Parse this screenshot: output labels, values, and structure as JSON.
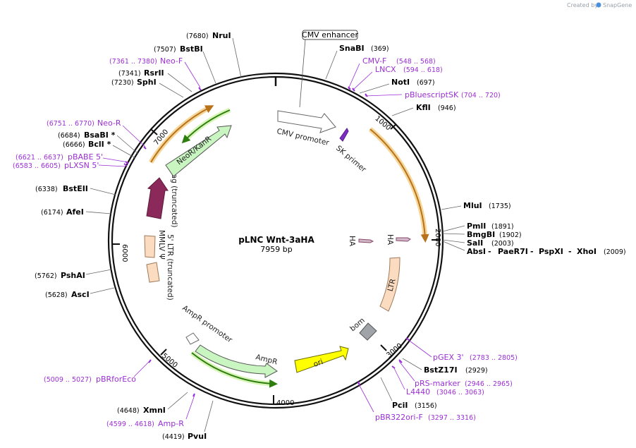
{
  "credit": "Created by",
  "brand": "SnapGene",
  "plasmid": {
    "name": "pLNC Wnt-3aHA",
    "size": "7959 bp"
  },
  "ticks": [
    "1000",
    "2000",
    "3000",
    "4000",
    "5000",
    "6000",
    "7000"
  ],
  "features": {
    "cmv_promoter": "CMV promoter",
    "sk_primer": "SK primer",
    "cmv_enhancer": "CMV enhancer",
    "ha1": "HA",
    "ha2": "HA",
    "ltr": "LTR",
    "bom": "bom",
    "ori": "ori",
    "ampr": "AmpR",
    "ampr_promoter": "AmpR promoter",
    "ltr5": "5' LTR (truncated)",
    "mmlv_psi": "MMLV Ψ",
    "gag": "gag (truncated)",
    "neor": "NeoR/KanR"
  },
  "sites": {
    "snabi": {
      "name": "SnaBI",
      "pos": "(369)"
    },
    "noti": {
      "name": "NotI",
      "pos": "(697)"
    },
    "kfli": {
      "name": "KflI",
      "pos": "(946)"
    },
    "mlui": {
      "name": "MluI",
      "pos": "(1735)"
    },
    "pmli": {
      "name": "PmlI",
      "pos": "(1891)"
    },
    "bmgbi": {
      "name": "BmgBI",
      "pos": "(1902)"
    },
    "sali": {
      "name": "SalI",
      "pos": "(2003)"
    },
    "absi_line": {
      "a": "AbsI",
      "b": "PaeR7I",
      "c": "PspXI",
      "d": "XhoI",
      "pos": "(2009)"
    },
    "bstz17i": {
      "name": "BstZ17I",
      "pos": "(2929)"
    },
    "pcii": {
      "name": "PciI",
      "pos": "(3156)"
    },
    "pvui": {
      "name": "PvuI",
      "pos": "(4419)"
    },
    "xmni": {
      "name": "XmnI",
      "pos": "(4648)"
    },
    "asci": {
      "name": "AscI",
      "pos": "(5628)"
    },
    "pshai": {
      "name": "PshAI",
      "pos": "(5762)"
    },
    "afei": {
      "name": "AfeI",
      "pos": "(6174)"
    },
    "bsteii": {
      "name": "BstEII",
      "pos": "(6338)"
    },
    "bcli": {
      "name": "BclI *",
      "pos": "(6666)"
    },
    "bsabi": {
      "name": "BsaBI *",
      "pos": "(6684)"
    },
    "sphi": {
      "name": "SphI",
      "pos": "(7230)"
    },
    "rsrii": {
      "name": "RsrII",
      "pos": "(7341)"
    },
    "bstbi": {
      "name": "BstBI",
      "pos": "(7507)"
    },
    "nrui": {
      "name": "NruI",
      "pos": "(7680)"
    }
  },
  "primers": {
    "cmvf": {
      "name": "CMV-F",
      "pos": "(548 .. 568)"
    },
    "lncx": {
      "name": "LNCX",
      "pos": "(594 .. 618)"
    },
    "pbluescriptsk": {
      "name": "pBluescriptSK",
      "pos": "(704 .. 720)"
    },
    "pgex3": {
      "name": "pGEX 3'",
      "pos": "(2783 .. 2805)"
    },
    "prsmarker": {
      "name": "pRS-marker",
      "pos": "(2946 .. 2965)"
    },
    "l4440": {
      "name": "L4440",
      "pos": "(3046 .. 3063)"
    },
    "pbr322orif": {
      "name": "pBR322ori-F",
      "pos": "(3297 .. 3316)"
    },
    "ampr": {
      "name": "Amp-R",
      "pos": "(4599 .. 4618)"
    },
    "pbrforeco": {
      "name": "pBRforEco",
      "pos": "(5009 .. 5027)"
    },
    "plxsn5": {
      "name": "pLXSN 5'",
      "pos": "(6583 .. 6605)"
    },
    "pbabe5": {
      "name": "pBABE 5'",
      "pos": "(6621 .. 6637)"
    },
    "neor": {
      "name": "Neo-R",
      "pos": "(6751 .. 6770)"
    },
    "neof": {
      "name": "Neo-F",
      "pos": "(7361 .. 7380)"
    }
  },
  "colors": {
    "primer": "#9b2fd4",
    "orf": "#e8a33d",
    "green": "#2e7d0f",
    "gag": "#8b2a5a",
    "ltr": "#fcdcc0",
    "ori": "#ffff00",
    "bom": "#a0a4a8",
    "ampr": "#c8f5c0"
  }
}
